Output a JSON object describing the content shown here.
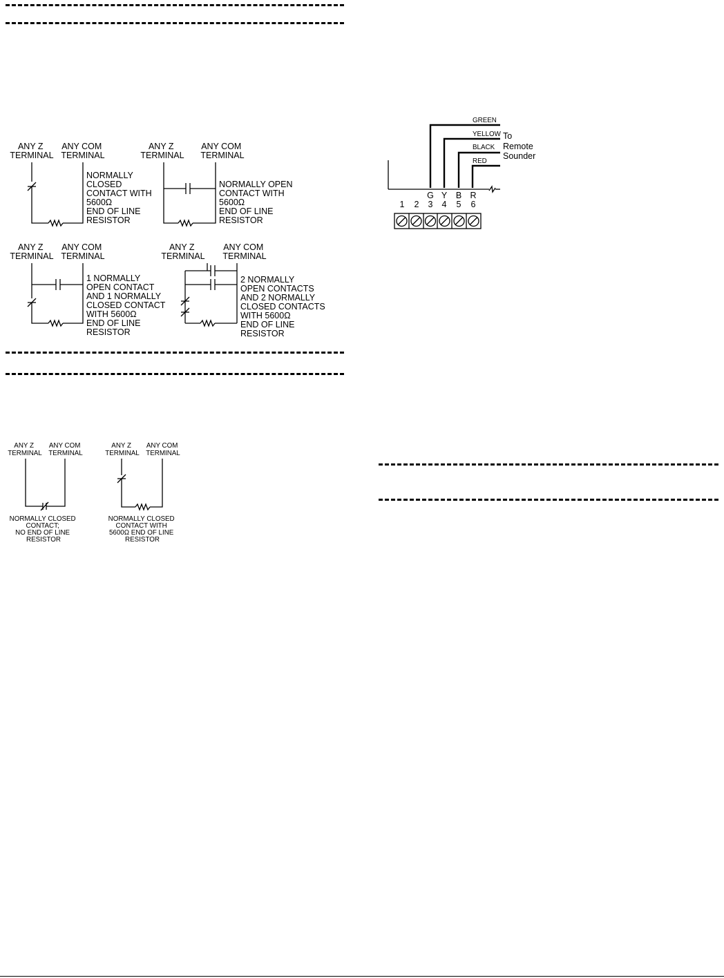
{
  "zone_wiring": {
    "top_left": {
      "z_label": [
        "ANY Z",
        "TERMINAL"
      ],
      "com_label": [
        "ANY COM",
        "TERMINAL"
      ],
      "caption": [
        "NORMALLY",
        "CLOSED",
        "CONTACT WITH",
        "5600Ω",
        "END OF LINE",
        "RESISTOR"
      ]
    },
    "top_right": {
      "z_label": [
        "ANY Z",
        "TERMINAL"
      ],
      "com_label": [
        "ANY COM",
        "TERMINAL"
      ],
      "caption": [
        "NORMALLY OPEN",
        "CONTACT WITH",
        "5600Ω",
        "END OF LINE",
        "RESISTOR"
      ]
    },
    "bottom_left": {
      "z_label": [
        "ANY Z",
        "TERMINAL"
      ],
      "com_label": [
        "ANY COM",
        "TERMINAL"
      ],
      "caption": [
        "1 NORMALLY",
        "OPEN CONTACT",
        "AND 1 NORMALLY",
        "CLOSED CONTACT",
        "WITH 5600Ω",
        "END OF LINE",
        "RESISTOR"
      ]
    },
    "bottom_right": {
      "z_label": [
        "ANY Z",
        "TERMINAL"
      ],
      "com_label": [
        "ANY COM",
        "TERMINAL"
      ],
      "caption": [
        "2 NORMALLY",
        "OPEN CONTACTS",
        "AND 2 NORMALLY",
        "CLOSED CONTACTS",
        "WITH 5600Ω",
        "END OF LINE",
        "RESISTOR"
      ]
    }
  },
  "second_wiring": {
    "left": {
      "z_label": [
        "ANY Z",
        "TERMINAL"
      ],
      "com_label": [
        "ANY COM",
        "TERMINAL"
      ],
      "caption": [
        "NORMALLY CLOSED",
        "CONTACT;",
        "NO END OF LINE",
        "RESISTOR"
      ]
    },
    "right": {
      "z_label": [
        "ANY Z",
        "TERMINAL"
      ],
      "com_label": [
        "ANY COM",
        "TERMINAL"
      ],
      "caption": [
        "NORMALLY CLOSED",
        "CONTACT WITH",
        "5600Ω    END OF LINE",
        "RESISTOR"
      ]
    }
  },
  "sounder_wiring": {
    "wire_colors": [
      "GREEN",
      "YELLOW",
      "BLACK",
      "RED"
    ],
    "destination": [
      "To",
      "Remote",
      "Sounder"
    ],
    "terminal_letters": [
      "G",
      "Y",
      "B",
      "R"
    ],
    "terminal_numbers": [
      "1",
      "2",
      "3",
      "4",
      "5",
      "6"
    ]
  }
}
